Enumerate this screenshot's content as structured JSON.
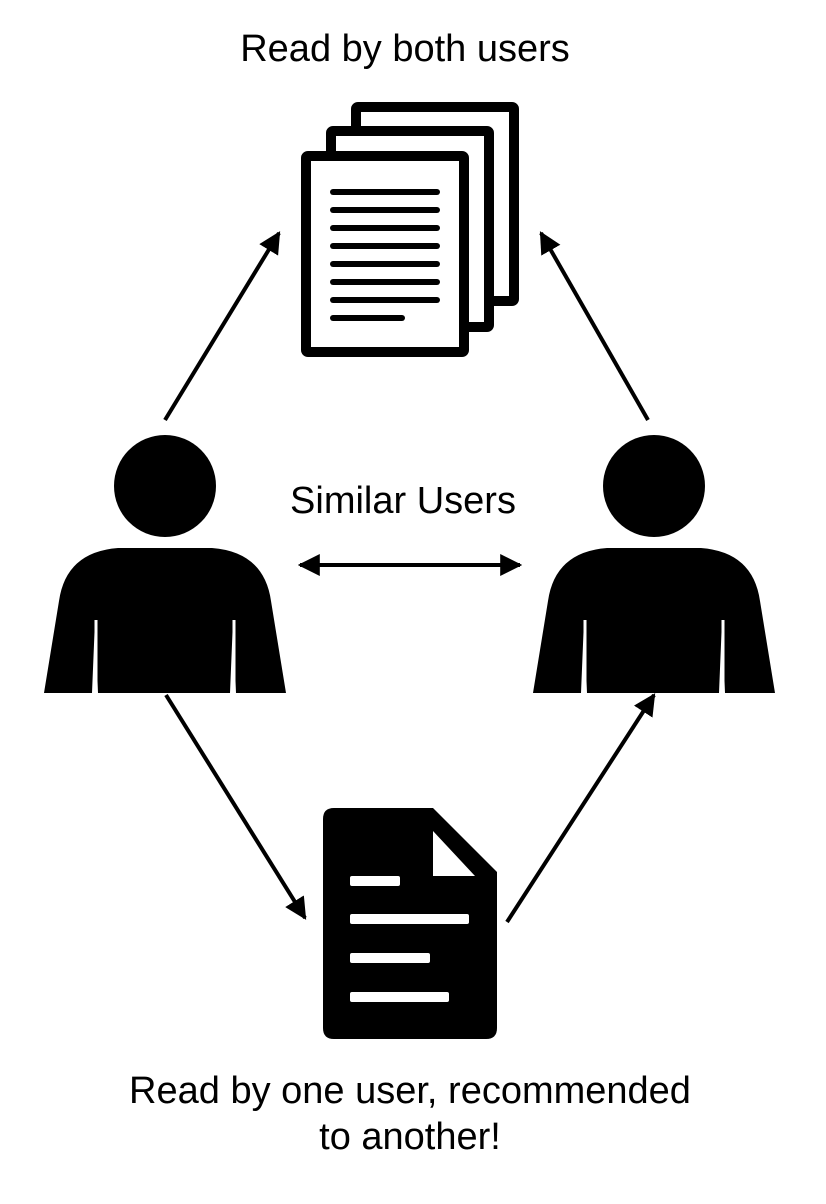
{
  "labels": {
    "top": "Read by both users",
    "middle": "Similar Users",
    "bottom_line1": "Read by one user, recommended",
    "bottom_line2": "to another!"
  },
  "icons": {
    "shared_documents": "document-stack-icon",
    "left_user": "person-icon",
    "right_user": "person-icon",
    "recommended_document": "document-icon"
  },
  "colors": {
    "foreground": "#000000",
    "background": "#ffffff"
  }
}
